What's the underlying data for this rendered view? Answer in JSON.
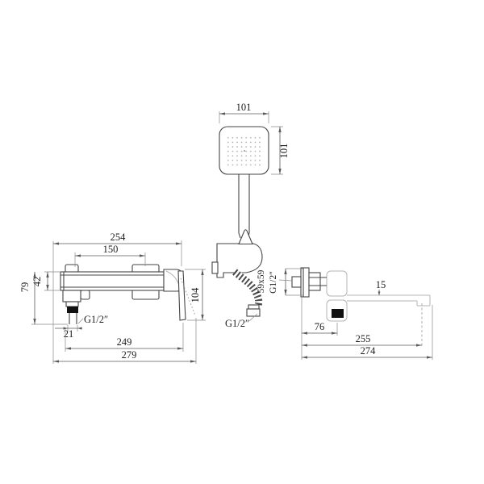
{
  "drawing": {
    "type": "technical-dimension-drawing",
    "background": "#ffffff",
    "line_color": "#454545",
    "light_line_color": "#b4b4b4",
    "dim_line_color": "#5a5a5a",
    "text_color": "#1c1c1c"
  },
  "shower_head": {
    "dim_width": "101",
    "dim_height": "101"
  },
  "hand_shower": {
    "hose_thread": "G1/2″"
  },
  "front_view": {
    "dim_overall_width": "254",
    "dim_mount_spacing": "150",
    "dim_body_height": "42",
    "dim_height_to_outlet": "79",
    "dim_outlet_diameter": "21",
    "outlet_thread": "G1/2″",
    "dim_length_inner": "249",
    "dim_length_overall": "279",
    "dim_handle_drop": "104"
  },
  "side_view": {
    "plate_size": "59x59",
    "inlet_thread": "G1/2″",
    "dim_spout_thickness": "15",
    "dim_wall_to_outlet": "76",
    "dim_wall_to_spout_inner": "255",
    "dim_wall_to_spout_tip": "274"
  }
}
